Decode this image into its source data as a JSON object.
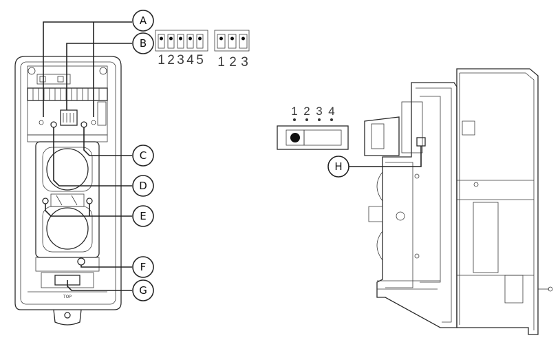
{
  "callouts": [
    {
      "letter": "A"
    },
    {
      "letter": "B"
    },
    {
      "letter": "C"
    },
    {
      "letter": "D"
    },
    {
      "letter": "E"
    },
    {
      "letter": "F"
    },
    {
      "letter": "G"
    },
    {
      "letter": "H"
    }
  ],
  "dip_switch_5": {
    "numbers": [
      "1",
      "2",
      "3",
      "4",
      "5"
    ]
  },
  "dip_switch_3": {
    "numbers": [
      "1",
      "2",
      "3"
    ]
  },
  "dip_switch_4": {
    "numbers": [
      "1",
      "2",
      "3",
      "4"
    ]
  },
  "front_panel_label": "TOP"
}
